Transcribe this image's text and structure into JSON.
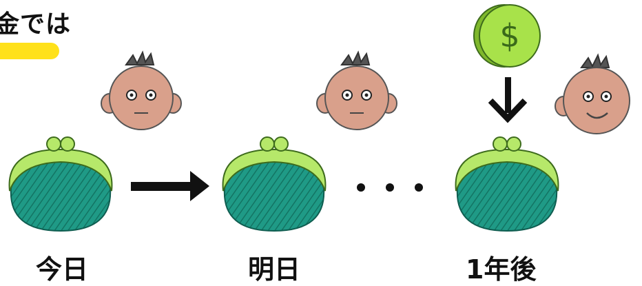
{
  "title": "金では",
  "labels": {
    "today": "今日",
    "tomorrow": "明日",
    "one_year_later": "1年後"
  },
  "coin_symbol": "$",
  "colors": {
    "highlight": "#ffe11a",
    "purse_body": "#1f9a86",
    "purse_frame": "#b6e86a",
    "face": "#d9a08b",
    "coin": "#a8e24a",
    "arrow": "#111111"
  },
  "icons": [
    "face-icon",
    "purse-icon",
    "right-arrow-icon",
    "down-arrow-icon",
    "coin-icon",
    "ellipsis-dots"
  ]
}
